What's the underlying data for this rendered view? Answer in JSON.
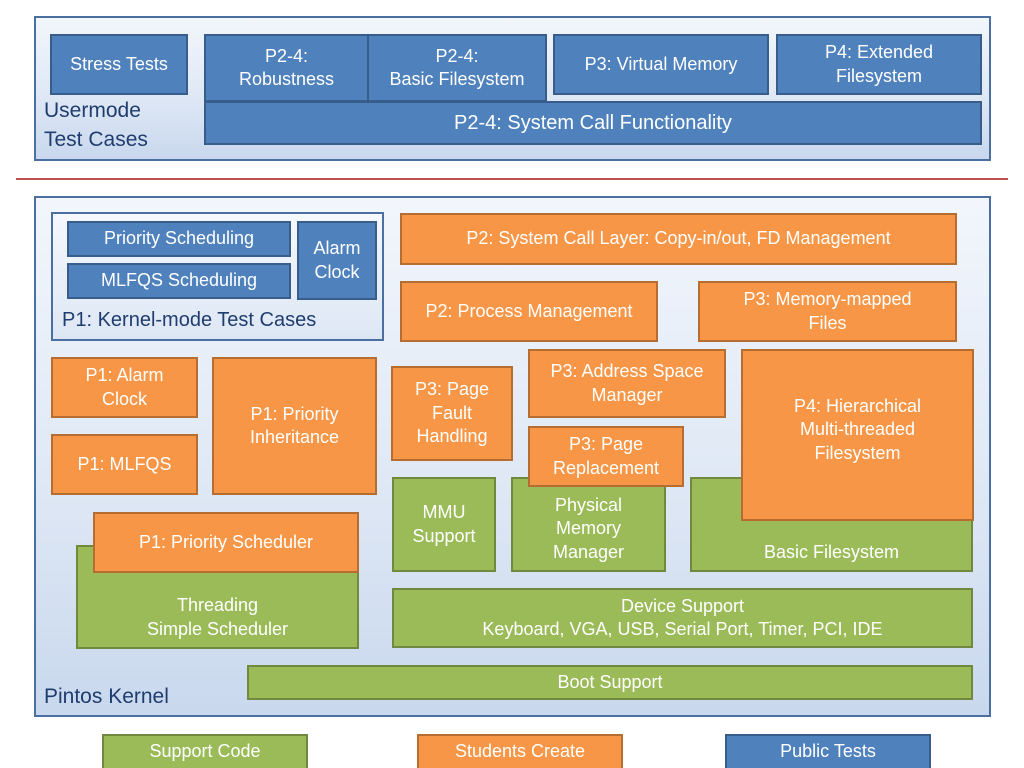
{
  "usermode": {
    "title": "Usermode\nTest Cases",
    "stress_tests": "Stress Tests",
    "robustness": "P2-4:\nRobustness",
    "basic_filesystem_tests": "P2-4:\nBasic Filesystem",
    "virtual_memory": "P3: Virtual Memory",
    "extended_filesystem": "P4: Extended\nFilesystem",
    "syscall_functionality": "P2-4: System Call Functionality"
  },
  "kernel": {
    "title": "Pintos Kernel",
    "p1_tests": {
      "title": "P1: Kernel-mode Test Cases",
      "priority_scheduling": "Priority Scheduling",
      "mlfqs_scheduling": "MLFQS Scheduling",
      "alarm_clock": "Alarm\nClock"
    },
    "syscall_layer": "P2: System Call Layer: Copy-in/out, FD Management",
    "process_management": "P2: Process Management",
    "memory_mapped_files": "P3: Memory-mapped\nFiles",
    "p1_alarm_clock": "P1: Alarm\nClock",
    "p1_mlfqs": "P1: MLFQS",
    "p1_priority_inheritance": "P1: Priority\nInheritance",
    "page_fault_handling": "P3: Page\nFault\nHandling",
    "address_space_manager": "P3: Address Space\nManager",
    "page_replacement": "P3: Page\nReplacement",
    "hierarchical_fs": "P4: Hierarchical\nMulti-threaded\nFilesystem",
    "mmu_support": "MMU\nSupport",
    "physical_memory_manager": "Physical\nMemory\nManager",
    "basic_filesystem": "Basic Filesystem",
    "priority_scheduler": "P1: Priority Scheduler",
    "threading": "Threading\nSimple Scheduler",
    "device_support": "Device Support\nKeyboard, VGA, USB, Serial Port, Timer, PCI, IDE",
    "boot_support": "Boot Support"
  },
  "legend": {
    "support_code": "Support Code",
    "students_create": "Students Create",
    "public_tests": "Public Tests"
  },
  "colors": {
    "public_tests": "#4f81bd",
    "students_create": "#f79646",
    "support_code": "#9bbb59",
    "divider": "#c0504d"
  }
}
